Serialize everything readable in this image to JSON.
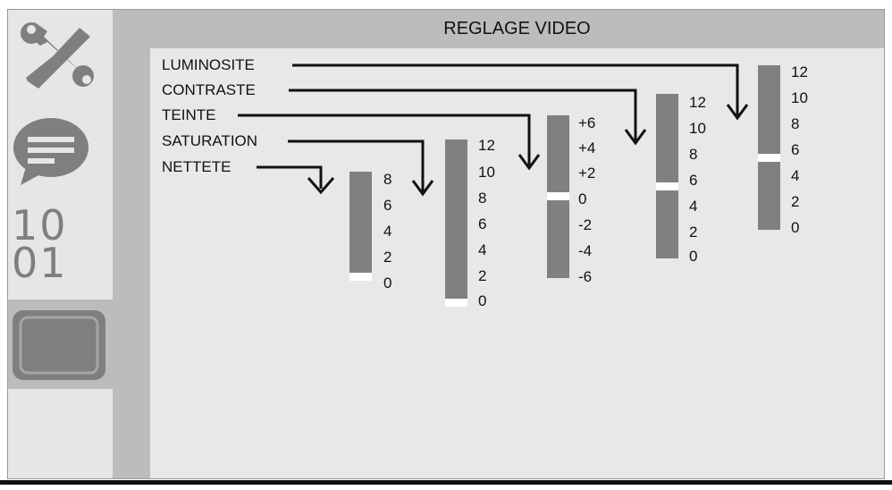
{
  "header": {
    "title": "REGLAGE VIDEO"
  },
  "sidebar": {
    "items": [
      {
        "name": "tools",
        "icon": "tools-icon"
      },
      {
        "name": "messages",
        "icon": "chat-bubble-icon"
      },
      {
        "name": "binary",
        "icon": "binary-icon",
        "text_top": "10",
        "text_bottom": "01"
      },
      {
        "name": "video",
        "icon": "screen-icon",
        "active": true
      }
    ]
  },
  "colors": {
    "bar": "#808080",
    "marker": "#ffffff",
    "header": "#bcbcbc",
    "background": "#e8e8e8"
  },
  "settings": [
    {
      "label": "LUMINOSITE",
      "ticks": [
        "12",
        "10",
        "8",
        "6",
        "4",
        "2",
        "0"
      ],
      "value": 5
    },
    {
      "label": "CONTRASTE",
      "ticks": [
        "12",
        "10",
        "8",
        "6",
        "4",
        "2",
        "0"
      ],
      "value": 5
    },
    {
      "label": "TEINTE",
      "ticks": [
        "+6",
        "+4",
        "+2",
        "0",
        "-2",
        "-4",
        "-6"
      ],
      "value": 0
    },
    {
      "label": "SATURATION",
      "ticks": [
        "12",
        "10",
        "8",
        "6",
        "4",
        "2",
        "0"
      ],
      "value": 0
    },
    {
      "label": "NETTETE",
      "ticks": [
        "8",
        "6",
        "4",
        "2",
        "0"
      ],
      "value": 0
    }
  ]
}
